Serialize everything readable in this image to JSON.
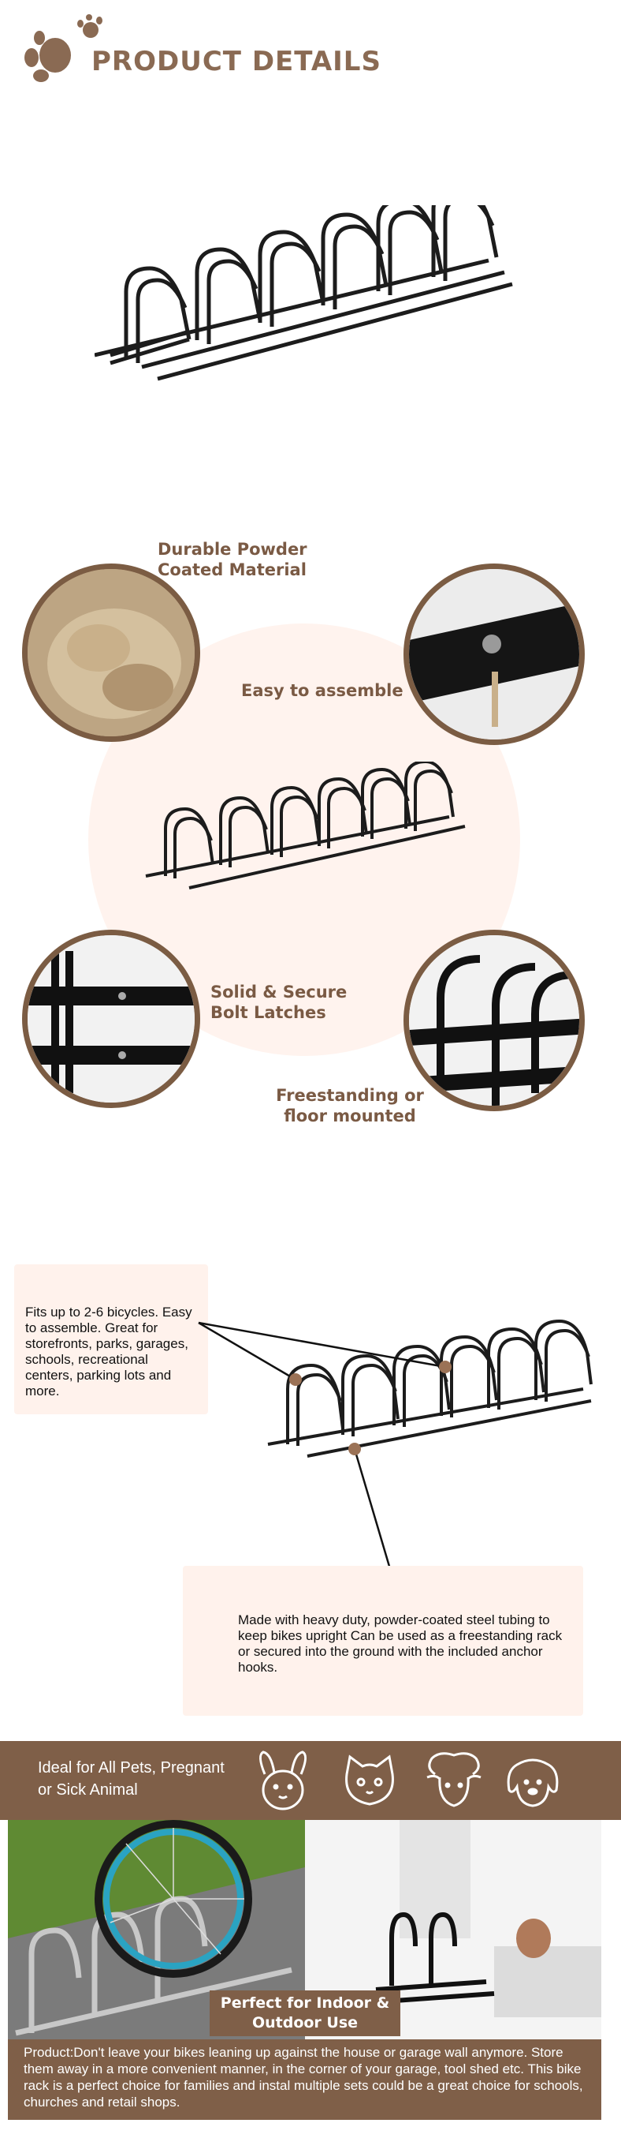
{
  "header": {
    "title": "PRODUCT DETAILS",
    "icon": "paw-icon"
  },
  "features": {
    "durable": "Durable Powder Coated Material",
    "easy": "Easy to assemble",
    "solid": "Solid & Secure Bolt Latches",
    "freestanding": "Freestanding or floor mounted"
  },
  "callouts": {
    "fits": "Fits up to 2-6 bicycles. Easy to assemble. Great for storefronts, parks, garages, schools, recreational centers, parking lots and more.",
    "made": "Made with heavy duty, powder-coated steel tubing to keep bikes upright Can be used as a freestanding rack or secured into the ground with the included anchor hooks."
  },
  "pets_band": {
    "text": "Ideal for All Pets, Pregnant or Sick Animal",
    "icons": [
      "rabbit-icon",
      "cat-icon",
      "sheep-icon",
      "dog-icon"
    ]
  },
  "photo_badge": "Perfect for Indoor & Outdoor Use",
  "product_text": "Product:Don't leave your bikes leaning up against the house or garage wall anymore. Store them away in a more convenient manner, in the corner of your garage, tool shed etc. This bike rack is a perfect choice for families and instal multiple sets could be a great choice for schools, churches and retail shops.",
  "colors": {
    "brown": "#7f5f48",
    "peach": "#fff2ec"
  }
}
